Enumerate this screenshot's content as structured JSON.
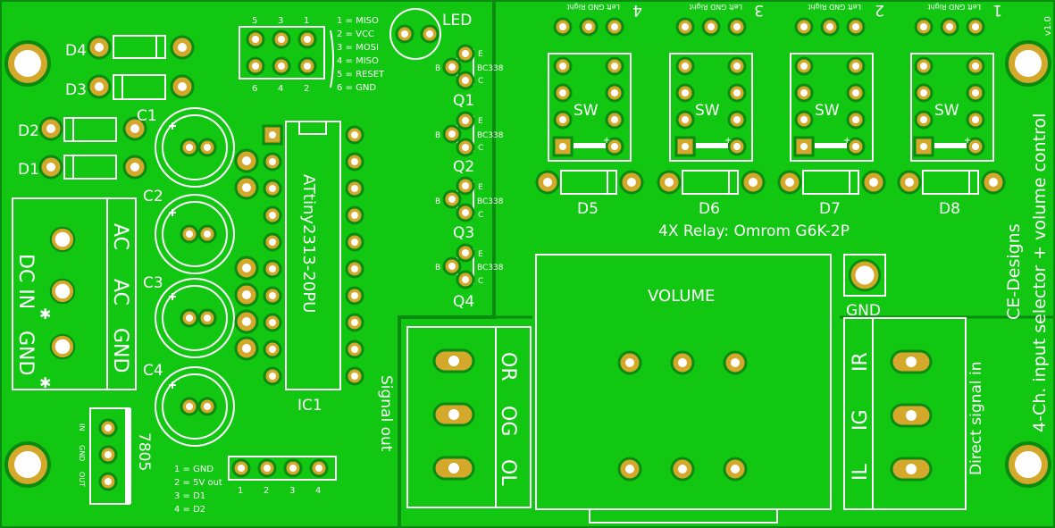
{
  "colors": {
    "board": "#12c712",
    "copper_gap": "#0a8a10",
    "silk": "#ffffff",
    "pad": "#d4a82a",
    "hole": "#ffffff"
  },
  "components": {
    "d1": "D1",
    "d2": "D2",
    "d3": "D3",
    "d4": "D4",
    "c1": "C1",
    "c2": "C2",
    "c3": "C3",
    "c4": "C4",
    "q1": "Q1",
    "q2": "Q2",
    "q3": "Q3",
    "q4": "Q4",
    "d5": "D5",
    "d6": "D6",
    "d7": "D7",
    "d8": "D8",
    "ic1": "IC1",
    "led": "LED",
    "reg": "7805",
    "gnd": "GND"
  },
  "connector_dc": {
    "dc_in": "DC IN",
    "gnd": "GND",
    "ac1": "AC",
    "ac2": "AC",
    "ac_gnd": "GND"
  },
  "ic": {
    "name": "ATtiny2313-20PU"
  },
  "isp_header": {
    "top_nums": [
      "5",
      "3",
      "1"
    ],
    "bottom_nums": [
      "6",
      "4",
      "2"
    ],
    "legend": [
      "1 = MISO",
      "2 = VCC",
      "3 = MOSI",
      "4 = MISO",
      "5 = RESET",
      "6 = GND"
    ]
  },
  "transistor": {
    "part": "BC338",
    "e": "E",
    "b": "B",
    "c": "C"
  },
  "relay_inputs": [
    {
      "num": "4",
      "labels": "Left GND Right"
    },
    {
      "num": "3",
      "labels": "Left GND Right"
    },
    {
      "num": "2",
      "labels": "Left GND Right"
    },
    {
      "num": "1",
      "labels": "Left GND Right"
    }
  ],
  "relay": {
    "sw": "SW",
    "note": "4X Relay: Omrom G6K-2P",
    "plus": "+"
  },
  "volume": {
    "label": "VOLUME"
  },
  "signal_out": {
    "title": "Signal out",
    "or": "OR",
    "og": "OG",
    "ol": "OL"
  },
  "signal_in": {
    "title": "Direct signal in",
    "ir": "IR",
    "ig": "IG",
    "il": "IL"
  },
  "branding": {
    "company": "CE-Designs",
    "desc": "4-Ch. input selector + volume control",
    "version": "v1.0"
  },
  "reg_pins": [
    "IN",
    "GND",
    "OUT"
  ],
  "out_header": {
    "nums": [
      "1",
      "2",
      "3",
      "4"
    ],
    "legend": [
      "1 = GND",
      "2 = 5V out",
      "3 = D1",
      "4 = D2"
    ]
  }
}
